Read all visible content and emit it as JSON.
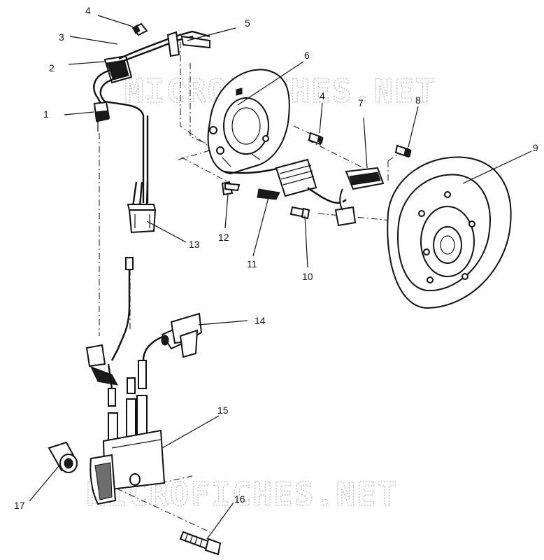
{
  "watermark": {
    "text": "MICROFICHES.NET"
  },
  "callouts": [
    {
      "id": "1",
      "label": "1"
    },
    {
      "id": "2",
      "label": "2"
    },
    {
      "id": "3",
      "label": "3"
    },
    {
      "id": "4a",
      "label": "4"
    },
    {
      "id": "4b",
      "label": "4"
    },
    {
      "id": "5",
      "label": "5"
    },
    {
      "id": "6",
      "label": "6"
    },
    {
      "id": "7",
      "label": "7"
    },
    {
      "id": "8",
      "label": "8"
    },
    {
      "id": "9",
      "label": "9"
    },
    {
      "id": "10",
      "label": "10"
    },
    {
      "id": "11",
      "label": "11"
    },
    {
      "id": "12",
      "label": "12"
    },
    {
      "id": "13",
      "label": "13"
    },
    {
      "id": "14",
      "label": "14"
    },
    {
      "id": "15",
      "label": "15"
    },
    {
      "id": "16",
      "label": "16"
    },
    {
      "id": "17",
      "label": "17"
    }
  ],
  "colors": {
    "line": "#111111",
    "background": "#ffffff",
    "watermark": "#b9b9b9"
  }
}
